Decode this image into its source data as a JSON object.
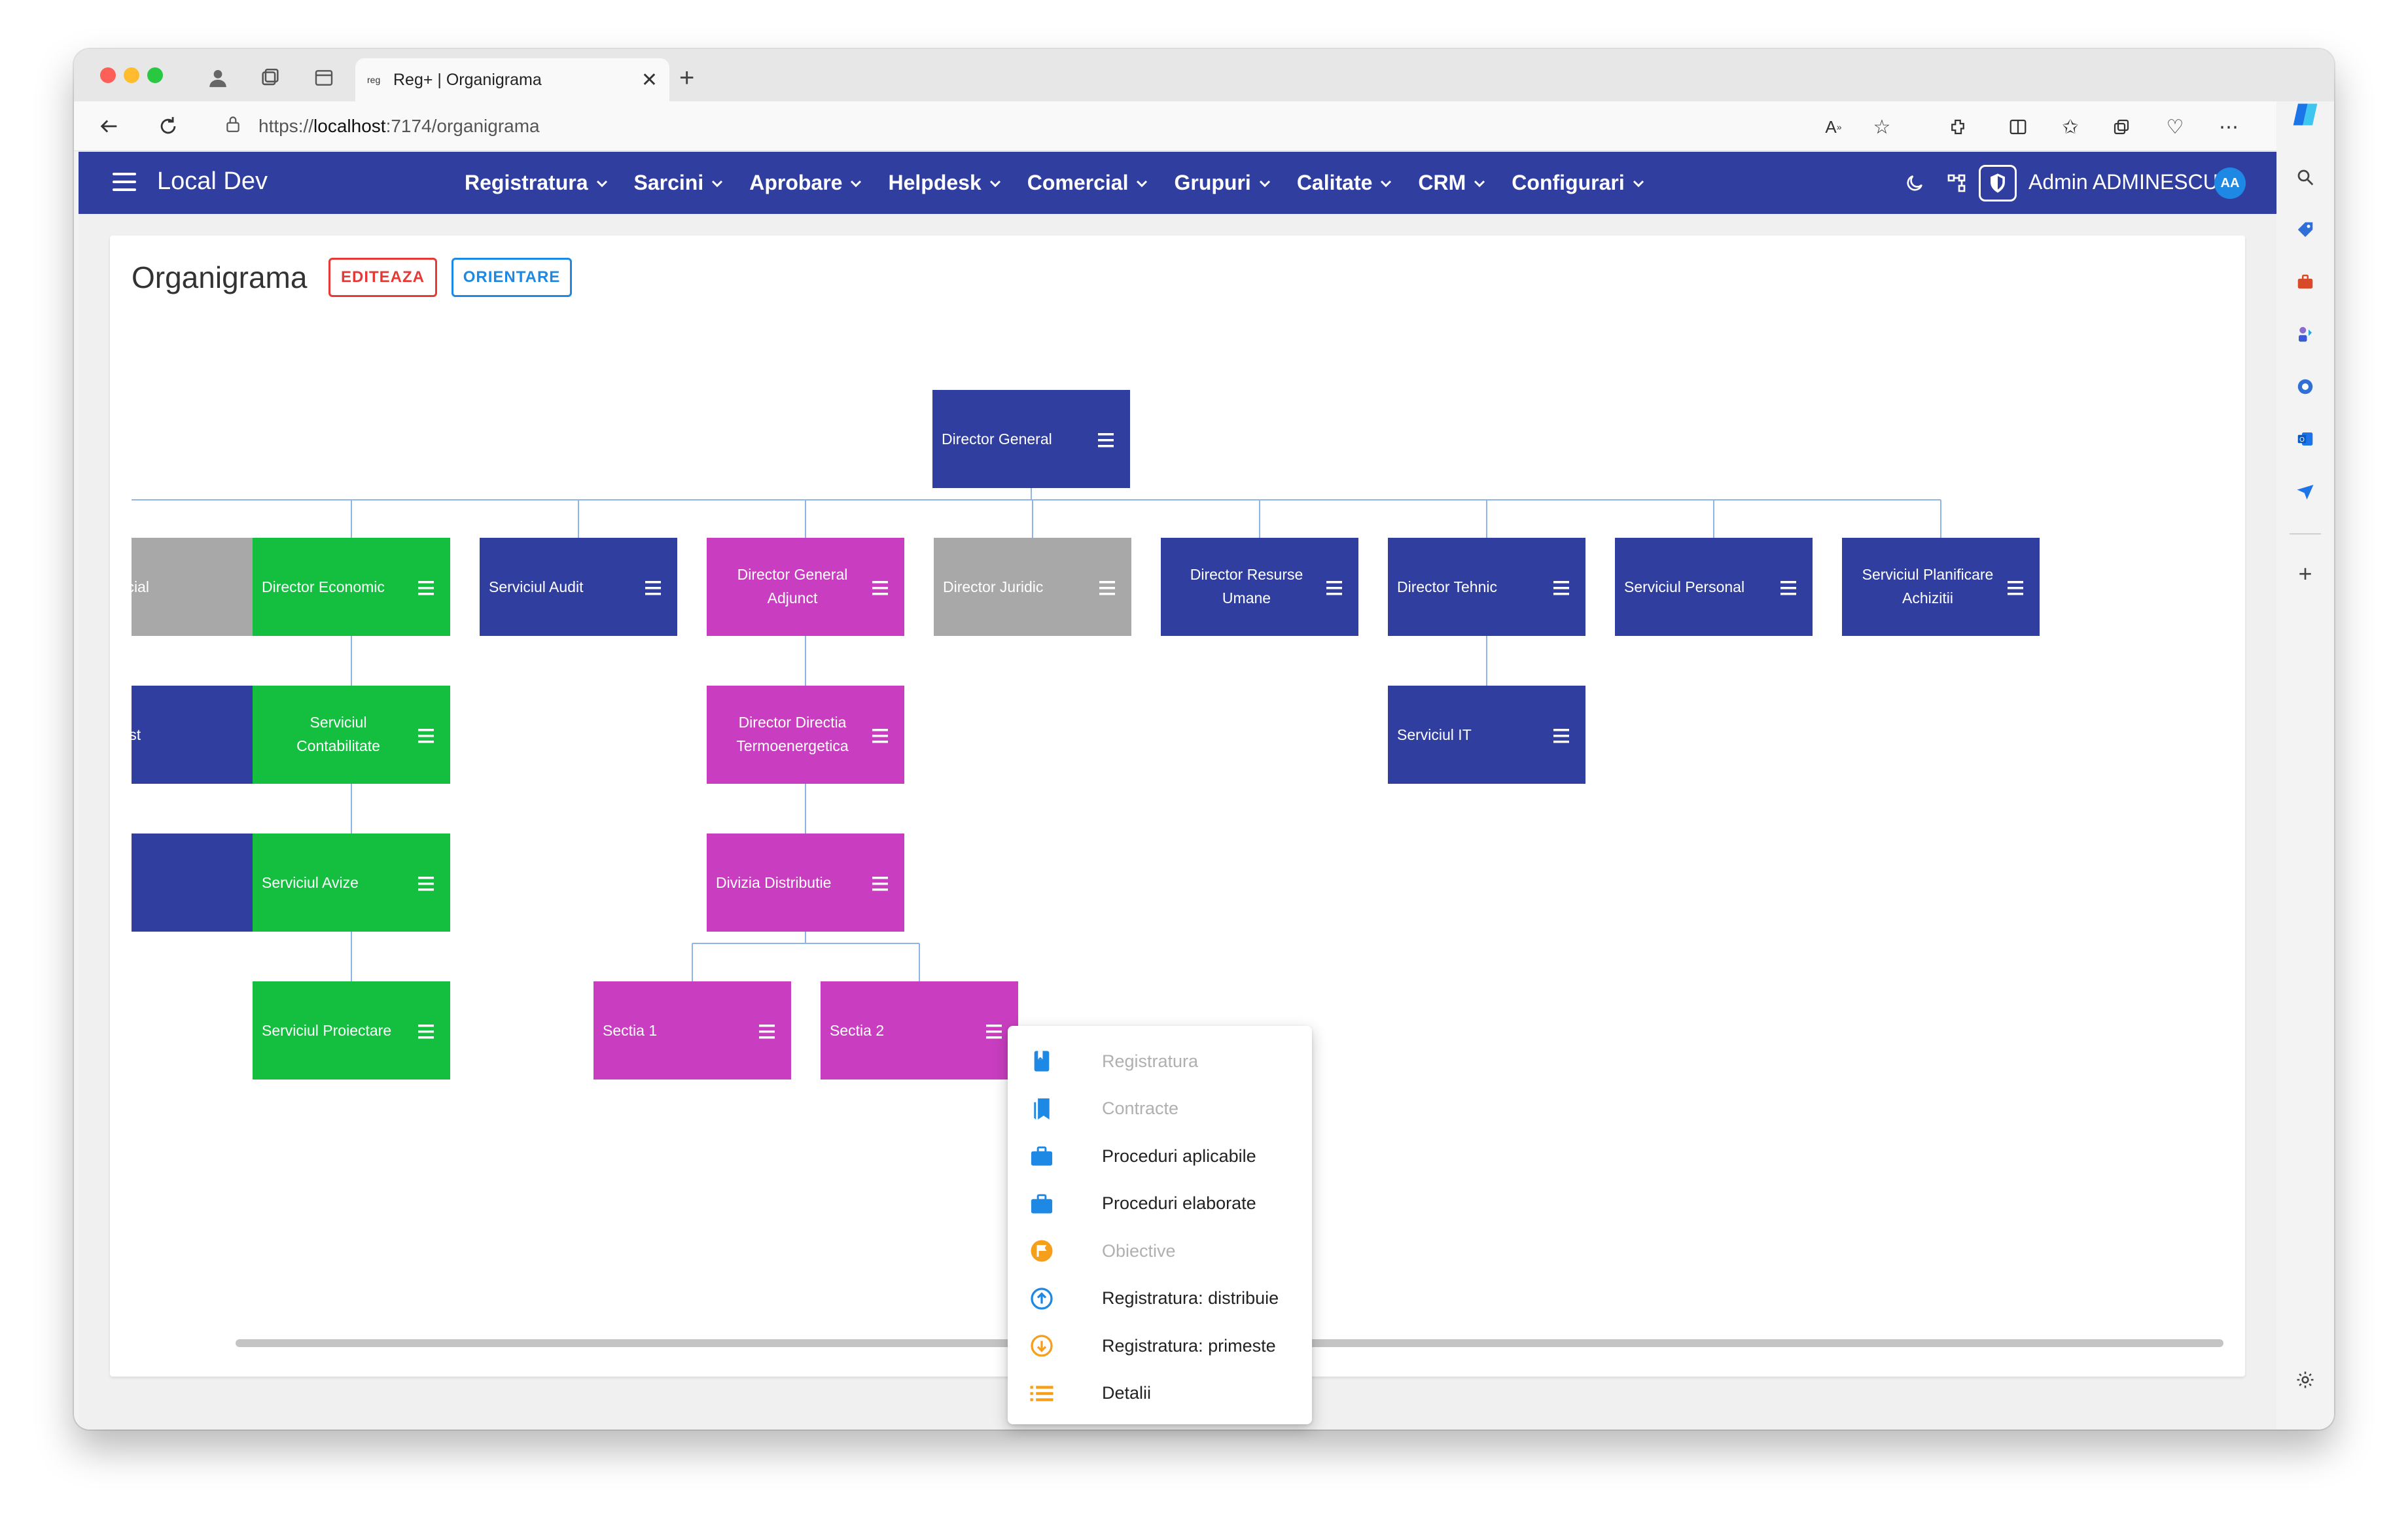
{
  "browser": {
    "tab_title": "Reg+ | Organigrama",
    "tab_favicon": "reg",
    "url_prefix": "https://",
    "url_host": "localhost",
    "url_path": ":7174/organigrama"
  },
  "app": {
    "brand": "Local Dev",
    "menu": [
      {
        "label": "Registratura"
      },
      {
        "label": "Sarcini"
      },
      {
        "label": "Aprobare"
      },
      {
        "label": "Helpdesk"
      },
      {
        "label": "Comercial"
      },
      {
        "label": "Grupuri"
      },
      {
        "label": "Calitate"
      },
      {
        "label": "CRM"
      },
      {
        "label": "Configurari"
      }
    ],
    "user_name": "Admin ADMINESCU",
    "user_initials": "AA"
  },
  "page": {
    "title": "Organigrama",
    "edit_button": "EDITEAZA",
    "orientation_button": "ORIENTARE"
  },
  "colors": {
    "appbar": "#303f9f",
    "node_blue": "#303f9f",
    "node_green": "#14bf3f",
    "node_magenta": "#c93ec0",
    "node_gray": "#a8a8a8",
    "connector": "#8fb4e6"
  },
  "org_nodes": [
    {
      "id": "dg",
      "lines": [
        "Director General"
      ],
      "color": "blue"
    },
    {
      "id": "com",
      "lines": [
        "ercial"
      ],
      "color": "gray"
    },
    {
      "id": "de",
      "lines": [
        "Director Economic"
      ],
      "color": "green"
    },
    {
      "id": "sa",
      "lines": [
        "Serviciul Audit"
      ],
      "color": "blue"
    },
    {
      "id": "dga",
      "lines": [
        "Director General",
        "Adjunct"
      ],
      "color": "magenta"
    },
    {
      "id": "dj",
      "lines": [
        "Director Juridic"
      ],
      "color": "gray"
    },
    {
      "id": "drs",
      "lines": [
        "Director Resurse",
        "Umane"
      ],
      "color": "blue"
    },
    {
      "id": "dt",
      "lines": [
        "Director Tehnic"
      ],
      "color": "blue"
    },
    {
      "id": "sp",
      "lines": [
        "Serviciul Personal"
      ],
      "color": "blue"
    },
    {
      "id": "spa",
      "lines": [
        "Serviciul Planificare",
        "Achizitii"
      ],
      "color": "blue"
    },
    {
      "id": "test",
      "lines": [
        "Test"
      ],
      "color": "blue"
    },
    {
      "id": "sc",
      "lines": [
        "Serviciul",
        "Contabilitate"
      ],
      "color": "green"
    },
    {
      "id": "ddt",
      "lines": [
        "Director Directia",
        "Termoenergetica"
      ],
      "color": "magenta"
    },
    {
      "id": "sit",
      "lines": [
        "Serviciul IT"
      ],
      "color": "blue"
    },
    {
      "id": "blank",
      "lines": [
        ""
      ],
      "color": "blue"
    },
    {
      "id": "sav",
      "lines": [
        "Serviciul Avize"
      ],
      "color": "green"
    },
    {
      "id": "dd",
      "lines": [
        "Divizia Distributie"
      ],
      "color": "magenta"
    },
    {
      "id": "spr",
      "lines": [
        "Serviciul Proiectare"
      ],
      "color": "green"
    },
    {
      "id": "s1",
      "lines": [
        "Sectia 1"
      ],
      "color": "magenta"
    },
    {
      "id": "s2",
      "lines": [
        "Sectia 2"
      ],
      "color": "magenta"
    }
  ],
  "context_menu": [
    {
      "label": "Registratura",
      "icon": "book-icon",
      "icon_color": "#1e88e5",
      "disabled": true
    },
    {
      "label": "Contracte",
      "icon": "bookmarks-icon",
      "icon_color": "#1e88e5",
      "disabled": true
    },
    {
      "label": "Proceduri aplicabile",
      "icon": "briefcase-icon",
      "icon_color": "#1e88e5",
      "disabled": false
    },
    {
      "label": "Proceduri elaborate",
      "icon": "briefcase-icon",
      "icon_color": "#1e88e5",
      "disabled": false
    },
    {
      "label": "Obiective",
      "icon": "flag-icon",
      "icon_color": "#f59f1b",
      "disabled": true
    },
    {
      "label": "Registratura: distribuie",
      "icon": "arrow-up-circle-icon",
      "icon_color": "#1e88e5",
      "disabled": false
    },
    {
      "label": "Registratura: primeste",
      "icon": "arrow-down-circle-icon",
      "icon_color": "#f59f1b",
      "disabled": false
    },
    {
      "label": "Detalii",
      "icon": "list-icon",
      "icon_color": "#f59f1b",
      "disabled": false
    }
  ]
}
